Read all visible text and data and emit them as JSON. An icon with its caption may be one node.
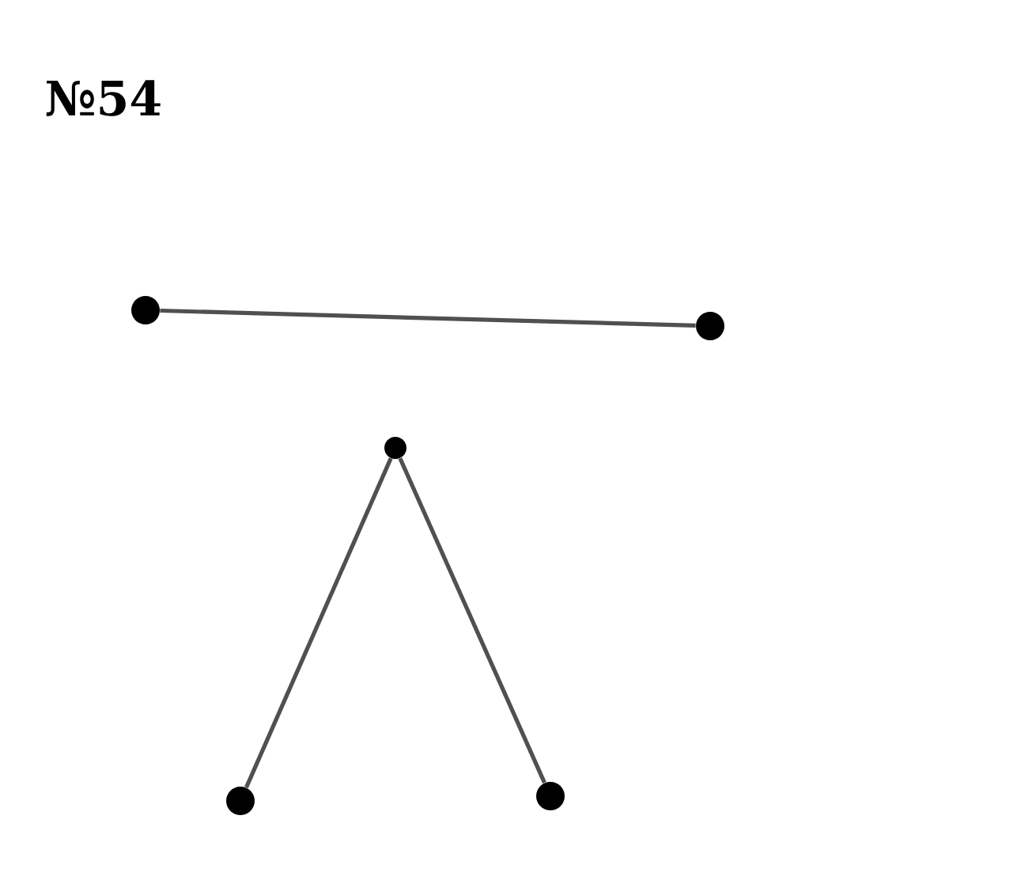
{
  "diagram": {
    "title": "№54",
    "nodes": [
      {
        "text": [],
        "shape": "circle"
      },
      {
        "text": [],
        "shape": "circle"
      },
      {
        "text": [],
        "shape": "circle"
      },
      {
        "text": [],
        "shape": "circle"
      },
      {
        "text": [],
        "shape": "circle"
      }
    ],
    "edges": [
      {
        "from": 0,
        "to": 1,
        "arrow": "none"
      },
      {
        "from": 2,
        "to": 3,
        "arrow": "none"
      },
      {
        "from": 2,
        "to": 4,
        "arrow": "none"
      }
    ]
  }
}
